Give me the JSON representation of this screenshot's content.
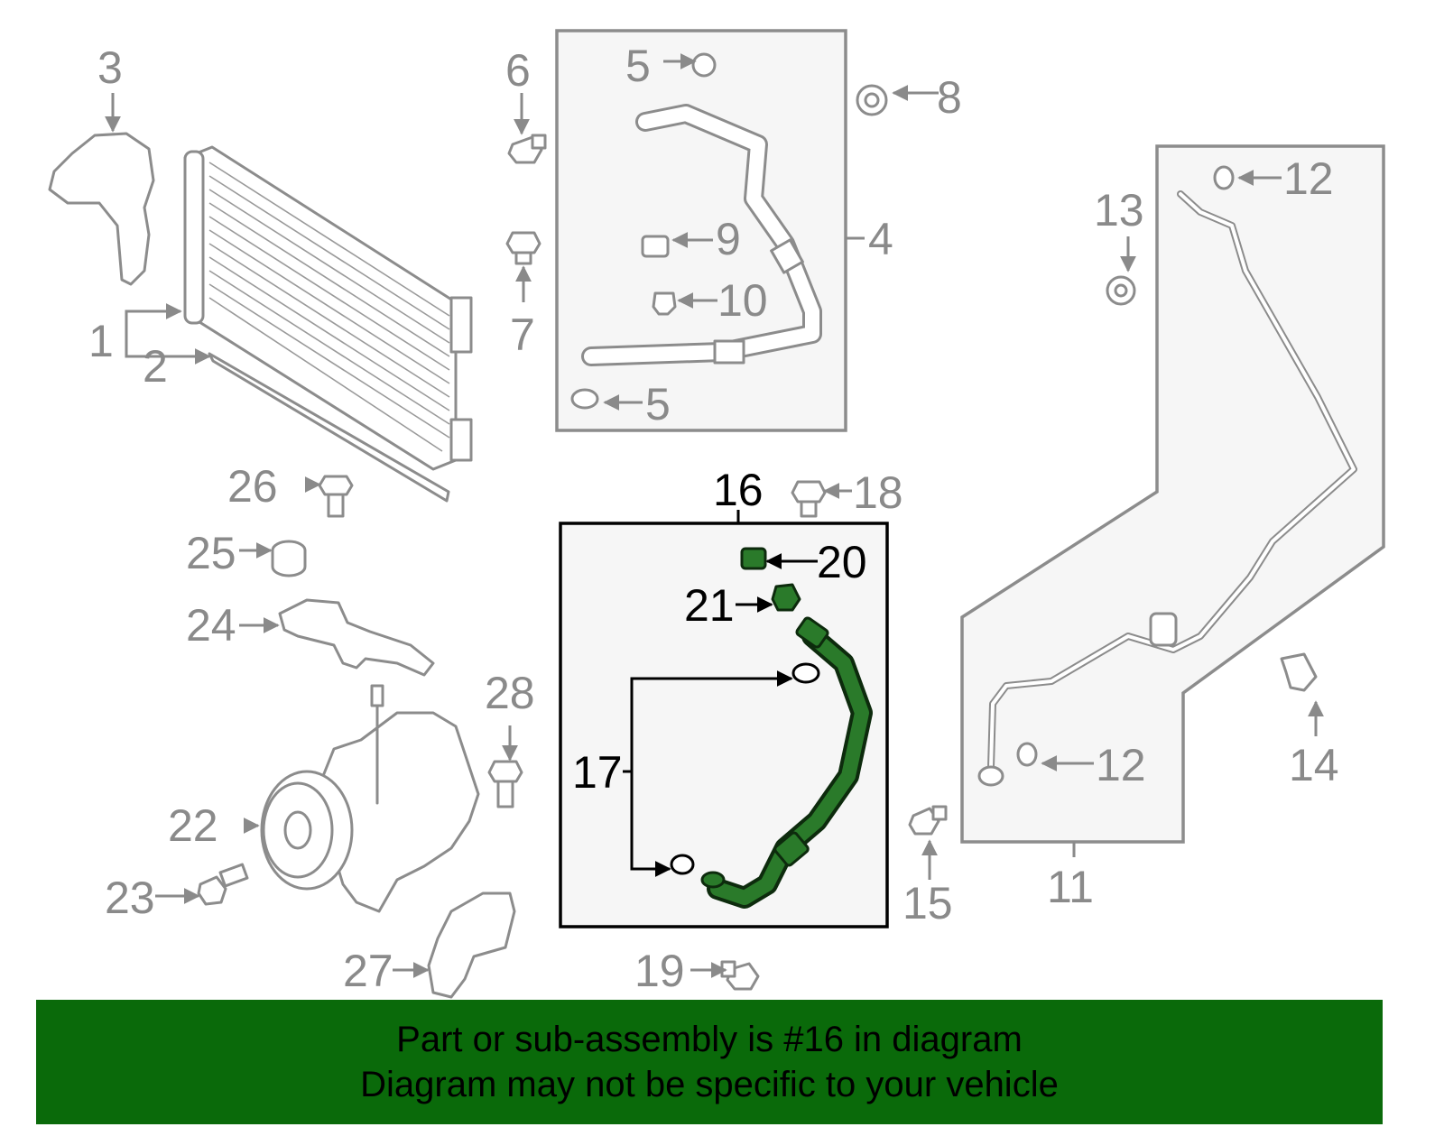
{
  "labels": {
    "l1": "1",
    "l2": "2",
    "l3": "3",
    "l4": "4",
    "l5a": "5",
    "l5b": "5",
    "l6": "6",
    "l7": "7",
    "l8": "8",
    "l9": "9",
    "l10": "10",
    "l11": "11",
    "l12a": "12",
    "l12b": "12",
    "l13": "13",
    "l14": "14",
    "l15": "15",
    "l16": "16",
    "l17": "17",
    "l18": "18",
    "l19": "19",
    "l20": "20",
    "l21": "21",
    "l22": "22",
    "l23": "23",
    "l24": "24",
    "l25": "25",
    "l26": "26",
    "l27": "27",
    "l28": "28"
  },
  "highlight": {
    "part_number": "16",
    "color": "#2a7a2a"
  },
  "banner": {
    "line1": "Part or sub-assembly is #16 in diagram",
    "line2": "Diagram may not be specific to your vehicle",
    "background": "#0a6a0a"
  }
}
